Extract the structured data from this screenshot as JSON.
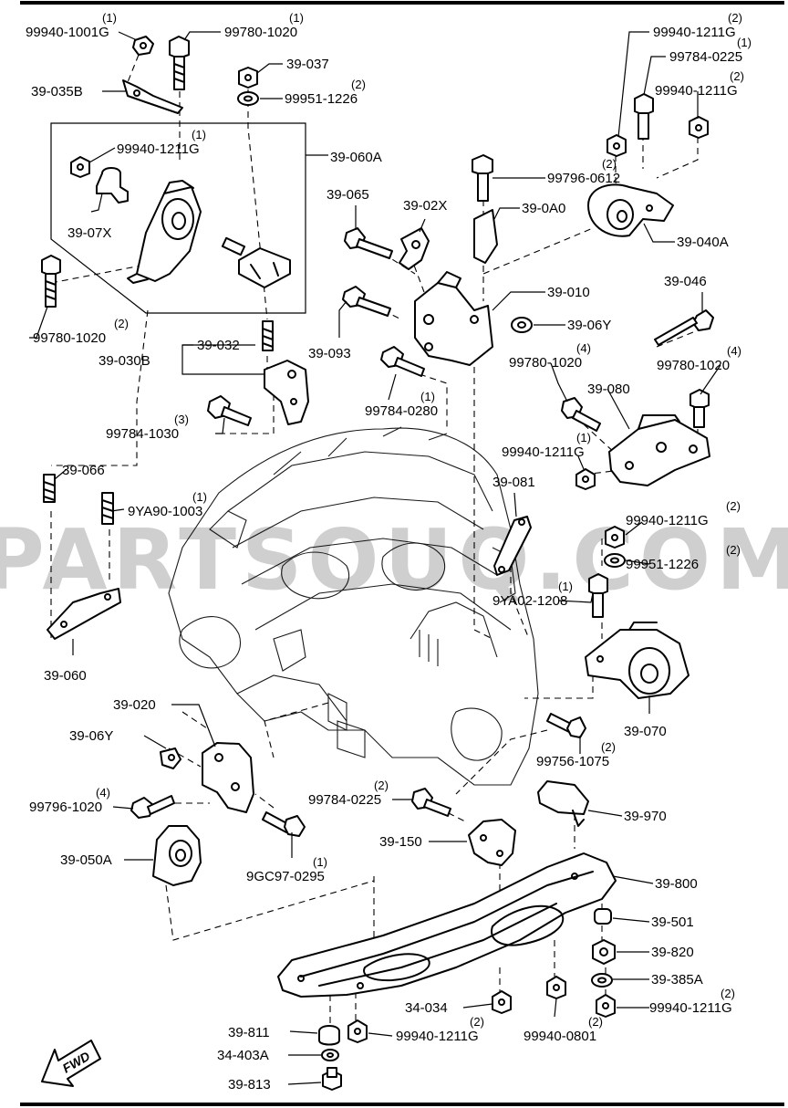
{
  "watermark": "PARTSOUQ.COM",
  "fwd_label": "FWD",
  "labels": [
    {
      "id": "p1",
      "text": "99940-1001G",
      "qty": "(1)"
    },
    {
      "id": "p2",
      "text": "99780-1020",
      "qty": "(1)"
    },
    {
      "id": "p3",
      "text": "39-037",
      "qty": ""
    },
    {
      "id": "p4",
      "text": "99951-1226",
      "qty": "(2)"
    },
    {
      "id": "p5",
      "text": "39-035B",
      "qty": ""
    },
    {
      "id": "p6",
      "text": "99940-1211G",
      "qty": "(1)"
    },
    {
      "id": "p7",
      "text": "39-060A",
      "qty": ""
    },
    {
      "id": "p8",
      "text": "39-07X",
      "qty": ""
    },
    {
      "id": "p9",
      "text": "99780-1020",
      "qty": "(2)"
    },
    {
      "id": "p10",
      "text": "39-032",
      "qty": ""
    },
    {
      "id": "p11",
      "text": "39-030B",
      "qty": ""
    },
    {
      "id": "p12",
      "text": "99784-1030",
      "qty": "(3)"
    },
    {
      "id": "p13",
      "text": "99940-1211G",
      "qty": "(2)"
    },
    {
      "id": "p14",
      "text": "99784-0225",
      "qty": "(1)"
    },
    {
      "id": "p15",
      "text": "99940-1211G",
      "qty": "(2)"
    },
    {
      "id": "p16",
      "text": "99796-0612",
      "qty": "(2)"
    },
    {
      "id": "p17",
      "text": "39-065",
      "qty": ""
    },
    {
      "id": "p18",
      "text": "39-02X",
      "qty": ""
    },
    {
      "id": "p19",
      "text": "39-0A0",
      "qty": ""
    },
    {
      "id": "p20",
      "text": "39-040A",
      "qty": ""
    },
    {
      "id": "p21",
      "text": "39-010",
      "qty": ""
    },
    {
      "id": "p22",
      "text": "39-046",
      "qty": ""
    },
    {
      "id": "p23",
      "text": "39-06Y",
      "qty": ""
    },
    {
      "id": "p24",
      "text": "39-093",
      "qty": ""
    },
    {
      "id": "p25",
      "text": "99780-1020",
      "qty": "(4)"
    },
    {
      "id": "p26",
      "text": "99780-1020",
      "qty": "(4)"
    },
    {
      "id": "p27",
      "text": "39-080",
      "qty": ""
    },
    {
      "id": "p28",
      "text": "99784-0280",
      "qty": "(1)"
    },
    {
      "id": "p29",
      "text": "99940-1211G",
      "qty": "(1)"
    },
    {
      "id": "p30",
      "text": "39-081",
      "qty": ""
    },
    {
      "id": "p31",
      "text": "39-066",
      "qty": ""
    },
    {
      "id": "p32",
      "text": "9YA90-1003",
      "qty": "(1)"
    },
    {
      "id": "p33",
      "text": "99940-1211G",
      "qty": "(2)"
    },
    {
      "id": "p34",
      "text": "99951-1226",
      "qty": "(2)"
    },
    {
      "id": "p35",
      "text": "9YA02-1208",
      "qty": "(1)"
    },
    {
      "id": "p36",
      "text": "39-060",
      "qty": ""
    },
    {
      "id": "p37",
      "text": "39-070",
      "qty": ""
    },
    {
      "id": "p38",
      "text": "39-020",
      "qty": ""
    },
    {
      "id": "p39",
      "text": "39-06Y",
      "qty": ""
    },
    {
      "id": "p40",
      "text": "99756-1075",
      "qty": "(2)"
    },
    {
      "id": "p41",
      "text": "99796-1020",
      "qty": "(4)"
    },
    {
      "id": "p42",
      "text": "99784-0225",
      "qty": "(2)"
    },
    {
      "id": "p43",
      "text": "39-970",
      "qty": ""
    },
    {
      "id": "p44",
      "text": "39-150",
      "qty": ""
    },
    {
      "id": "p45",
      "text": "39-050A",
      "qty": ""
    },
    {
      "id": "p46",
      "text": "9GC97-0295",
      "qty": "(1)"
    },
    {
      "id": "p47",
      "text": "39-800",
      "qty": ""
    },
    {
      "id": "p48",
      "text": "39-501",
      "qty": ""
    },
    {
      "id": "p49",
      "text": "39-820",
      "qty": ""
    },
    {
      "id": "p50",
      "text": "39-385A",
      "qty": ""
    },
    {
      "id": "p51",
      "text": "34-034",
      "qty": ""
    },
    {
      "id": "p52",
      "text": "99940-1211G",
      "qty": "(2)"
    },
    {
      "id": "p53",
      "text": "39-811",
      "qty": ""
    },
    {
      "id": "p54",
      "text": "99940-1211G",
      "qty": "(2)"
    },
    {
      "id": "p55",
      "text": "99940-0801",
      "qty": "(2)"
    },
    {
      "id": "p56",
      "text": "34-403A",
      "qty": ""
    },
    {
      "id": "p57",
      "text": "39-813",
      "qty": ""
    }
  ]
}
